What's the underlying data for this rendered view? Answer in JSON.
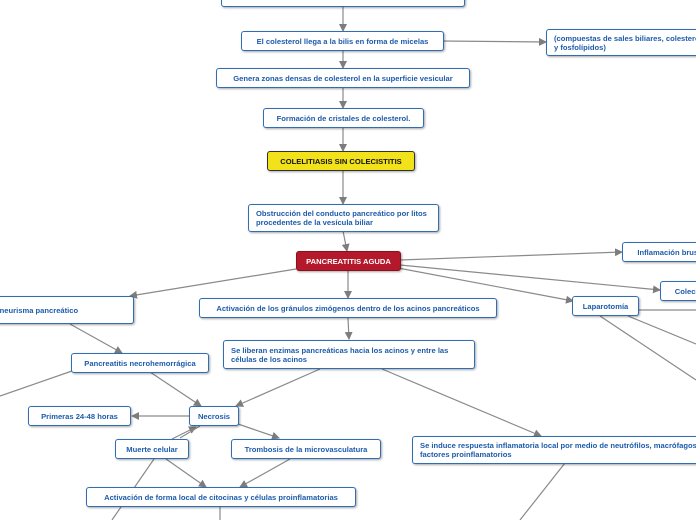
{
  "nodes": {
    "n0": "",
    "n1": "El colesterol llega a la bilis en forma de micelas",
    "n2": "(compuestas de sales biliares, colesterol y fosfolípidos)",
    "n3": "Genera zonas densas de colesterol en la superficie vesicular",
    "n4": "Formación de cristales de colesterol.",
    "n5": "COLELITIASIS SIN COLECISTITIS",
    "n6": "Obstrucción del conducto pancreático por litos procedentes de la vesícula biliar",
    "n7": "PANCREATITIS AGUDA",
    "n8": "Inflamación brusca",
    "n9": "Colecistitis",
    "n10": "Pseudoaneurisma pancreático",
    "n11": "Activación de los gránulos zimógenos dentro de los acinos pancreáticos",
    "n12": "Laparotomía",
    "n13": "Pancreatitis necrohemorrágica",
    "n14": "Se liberan enzimas pancreáticas hacia los acinos y entre las células de los acinos",
    "n15": "Primeras 24-48 horas",
    "n16": "Necrosis",
    "n17": "Muerte celular",
    "n18": "Trombosis de la microvasculatura",
    "n19": "Se induce respuesta inflamatoria local por medio de neutrófilos, macrófagos y factores proinflamatorios",
    "n20": "Activación de forma local de citocinas y células proinflamatorias"
  }
}
